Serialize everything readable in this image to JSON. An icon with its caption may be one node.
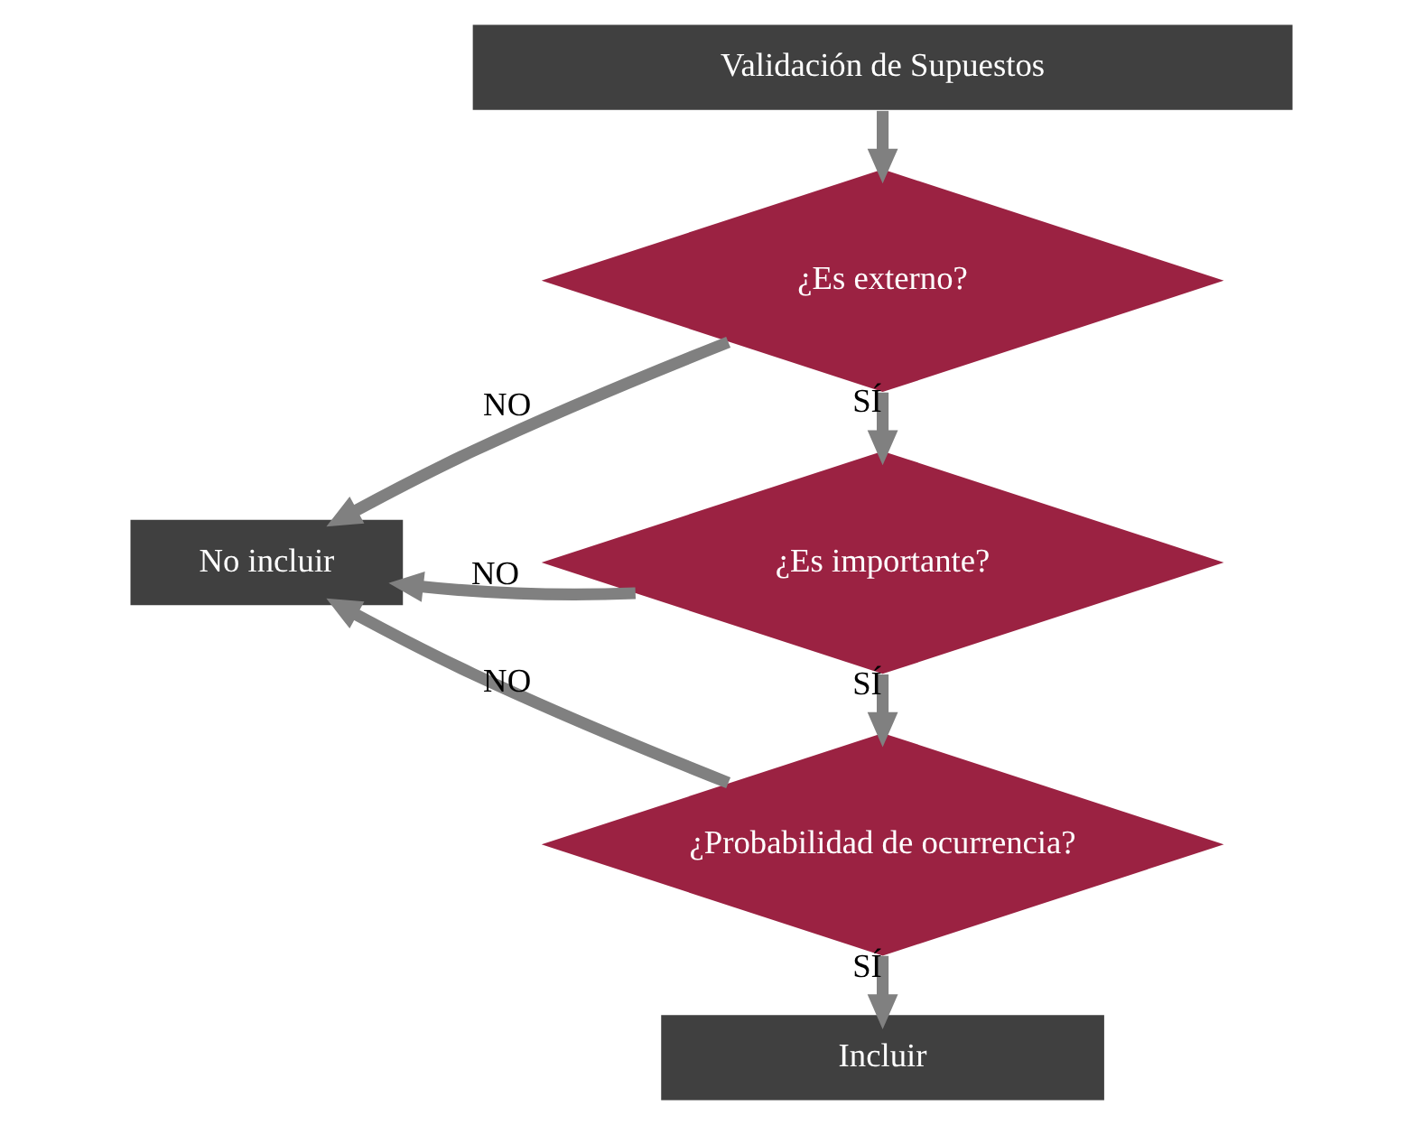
{
  "diagram": {
    "nodes": [
      {
        "text": [
          "Validación de Supuestos"
        ]
      },
      {
        "text": [
          "¿Es externo?"
        ]
      },
      {
        "text": [
          "¿Es importante?"
        ]
      },
      {
        "text": [
          "¿Probabilidad de ocurrencia?"
        ]
      },
      {
        "text": [
          "No incluir"
        ]
      },
      {
        "text": [
          "Incluir"
        ]
      }
    ],
    "edges": [
      {
        "from": 0,
        "to": 1,
        "arrow": "to"
      },
      {
        "from": 1,
        "to": 2,
        "arrow": "to",
        "label": "SÍ"
      },
      {
        "from": 2,
        "to": 3,
        "arrow": "to",
        "label": "SÍ"
      },
      {
        "from": 3,
        "to": 5,
        "arrow": "to",
        "label": "SÍ"
      },
      {
        "from": 1,
        "to": 4,
        "arrow": "to",
        "label": "NO"
      },
      {
        "from": 2,
        "to": 4,
        "arrow": "to",
        "label": "NO"
      },
      {
        "from": 3,
        "to": 4,
        "arrow": "to",
        "label": "NO"
      }
    ]
  }
}
